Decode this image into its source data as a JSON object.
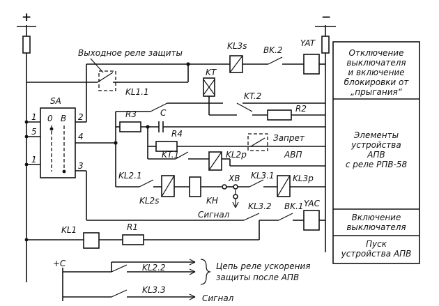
{
  "rails": {
    "plus": "+",
    "minus": "−"
  },
  "labels": {
    "protection_relay": "Выходное реле защиты",
    "kl3s": "KL3s",
    "vk2": "BK.2",
    "yat": "YAT",
    "kt": "KT",
    "kl11": "KL1.1",
    "kt2": "KT.2",
    "sa": "SA",
    "sa_o": "0",
    "sa_v": "B",
    "sa_pin1_top": "1",
    "sa_pin2": "2",
    "sa_pin5": "5",
    "sa_pin4": "4",
    "sa_pin1_bot": "1",
    "sa_pin3": "3",
    "r3": "R3",
    "c": "C",
    "r2": "R2",
    "r4": "R4",
    "zapret": "Запрет",
    "avp": "АВП",
    "kt1": "KT.1",
    "kl2p": "KL2p",
    "kl21": "KL2.1",
    "xb": "XB",
    "kl31": "KL3.1",
    "kl3p": "KL3p",
    "kl2s": "KL2s",
    "kh": "KH",
    "signal1": "Сигнал",
    "kl32": "KL3.2",
    "vk1": "BK.1",
    "yac": "YAC",
    "kl1": "KL1",
    "r1": "R1",
    "plus_c": "+C",
    "kl22": "KL2.2",
    "accel_1": "Цепь реле ускорения",
    "accel_2": "защиты после АПВ",
    "kl33": "KL3.3",
    "signal2": "Сигнал"
  },
  "right_panel": {
    "block1": [
      "Отключение",
      "выключателя",
      "и включение",
      "блокировки от",
      "„прыгания“"
    ],
    "block2": [
      "Элементы",
      "устройства",
      "АПВ",
      "с реле   РПВ-58"
    ],
    "block3": [
      "Включение",
      "выключателя"
    ],
    "block4": [
      "Пуск",
      "устройства АПВ"
    ]
  }
}
